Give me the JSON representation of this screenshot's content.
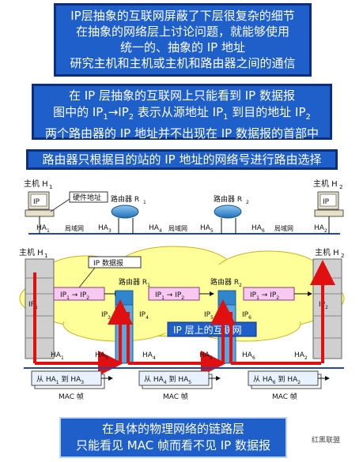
{
  "top_box": {
    "lines": [
      "IP层抽象的互联网屏蔽了下层很复杂的细节",
      "在抽象的网络层上讨论问题，就能够使用",
      "统一的、抽象的 IP 地址",
      "研究主机和主机或主机和路由器之间的通信"
    ]
  },
  "middle_box": {
    "line1": "在 IP 层抽象的互联网上只能看到 IP 数据报",
    "line2_a": "图中的 IP",
    "line2_b": "→IP",
    "line2_c": " 表示从源地址 IP",
    "line2_d": " 到目的地址 IP",
    "line3": "两个路由器的 IP 地址并不出现在 IP 数据报的首部中"
  },
  "routing_box": {
    "text": "路由器只根据目的站的 IP 地址的网络号进行路由选择"
  },
  "bottom_box": {
    "lines": [
      "在具体的物理网络的链路层",
      "只能看见 MAC 帧而看不见 IP 数据报"
    ]
  },
  "top_diagram": {
    "host1": "主机 H",
    "host2": "主机 H",
    "router1": "路由器 R",
    "router2": "路由器 R",
    "screen1": "IP",
    "screen2": "IP",
    "hw_callout": "硬件地址",
    "ha": "HA",
    "lan": "局域网"
  },
  "bottom_diagram": {
    "host1": "主机 H",
    "host2": "主机 H",
    "router1": "路由器 R",
    "router2": "路由器 R",
    "packet_callout": "IP 数据报",
    "ip": "IP",
    "ha": "HA",
    "ip_layer_label": "IP 层上的互联网",
    "mac_label": "MAC 帧",
    "mac1_a": "从 HA",
    "mac_to": " 到 HA"
  },
  "watermark": {
    "text": "红黑联盟"
  },
  "colors": {
    "box_bg": "#1f5fc9",
    "box_border": "#0c2f7d",
    "cloud": "#ffff99",
    "arrow_red": "#e01010",
    "packet_pink": "#f7c8f0"
  }
}
